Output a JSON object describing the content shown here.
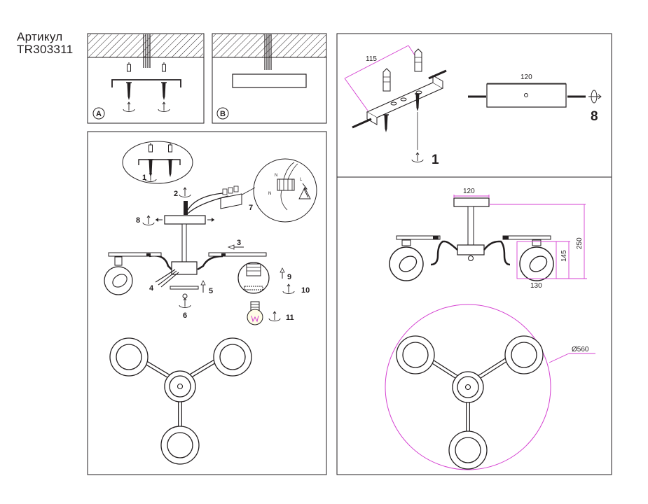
{
  "header": {
    "label": "Артикул",
    "code": "TR303311"
  },
  "panels": {
    "a_circle": "A",
    "b_circle": "B"
  },
  "assembly": {
    "steps": [
      "1",
      "2",
      "3",
      "4",
      "5",
      "6",
      "7",
      "8",
      "9",
      "10",
      "11"
    ],
    "wire_labels": [
      "N",
      "L",
      "N"
    ]
  },
  "bracket": {
    "dim_spacing": "115",
    "dim_width": "120",
    "step_left": "1",
    "step_right": "8"
  },
  "dimensions": {
    "canopy_width": "120",
    "total_height": "250",
    "shade_height": "145",
    "shade_width": "130",
    "diameter": "Ø560"
  },
  "colors": {
    "line": "#231f20",
    "dimension": "#d43fd0"
  }
}
